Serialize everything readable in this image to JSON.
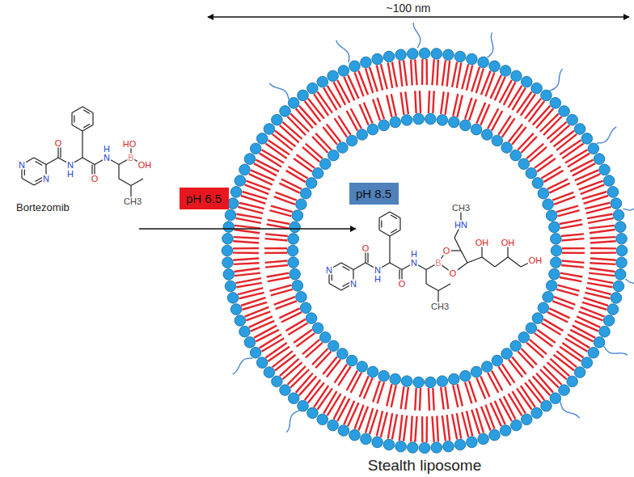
{
  "diagram": {
    "nodes": [
      {
        "text": [
          "pH 6.5"
        ]
      },
      {
        "text": [
          "pH 8.5"
        ]
      }
    ],
    "labels": [
      "~100 nm",
      "N",
      "N",
      "O",
      "N",
      "H",
      "O",
      "N",
      "H",
      "HO",
      "B",
      "OH",
      "CH3",
      "Bortezomib",
      "N",
      "N",
      "O",
      "N",
      "H",
      "O",
      "N",
      "H",
      "B",
      "O",
      "O",
      "HN",
      "CH3",
      "OH",
      "OH",
      "OH",
      "CH3",
      "Stealth liposome"
    ]
  }
}
